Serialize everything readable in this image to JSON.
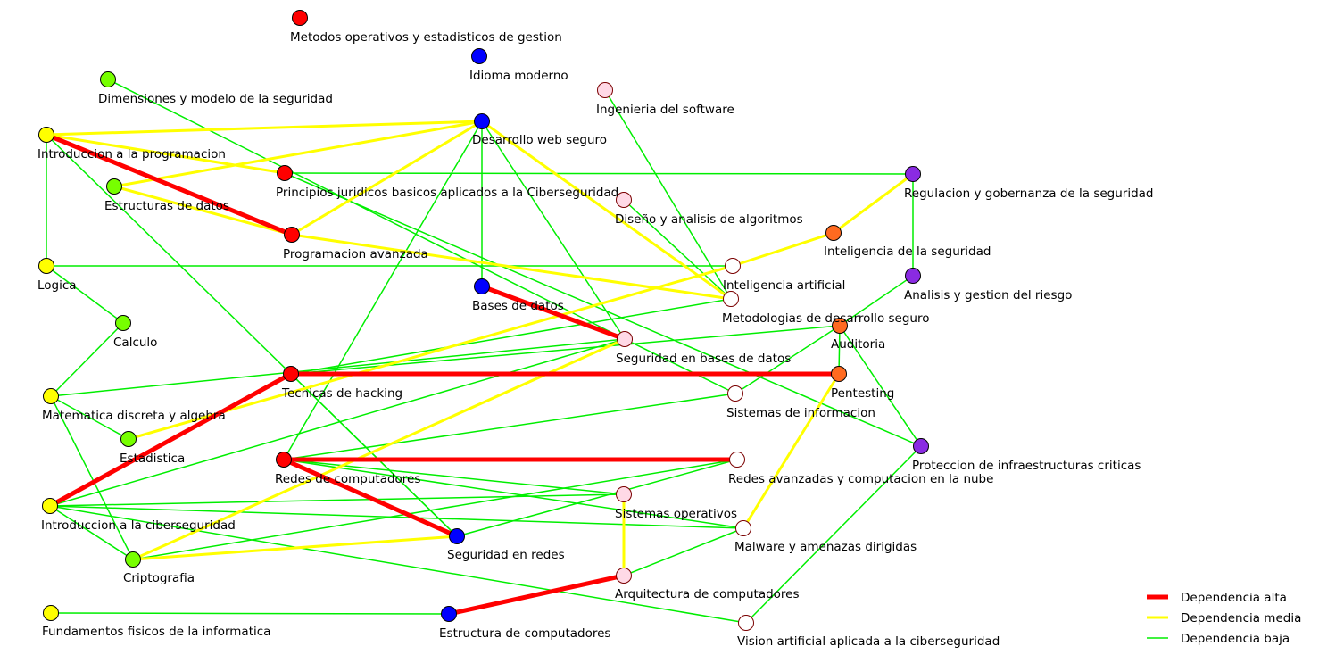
{
  "colors": {
    "red": "#ff0000",
    "blue": "#0000ff",
    "green": "#77ff00",
    "yellow": "#ffff00",
    "purple": "#8a2be2",
    "orange": "#ff6a20",
    "pink": "#ffd9e6",
    "white": "#ffffff",
    "edge_high": "#ff0000",
    "edge_medium": "#ffff00",
    "edge_low": "#00ee00"
  },
  "nodes": [
    {
      "id": "metodos",
      "label": "Metodos operativos y estadisticos de gestion",
      "color": "red"
    },
    {
      "id": "idioma",
      "label": "Idioma moderno",
      "color": "blue"
    },
    {
      "id": "dimensiones",
      "label": "Dimensiones y modelo de la seguridad",
      "color": "green"
    },
    {
      "id": "ingsoft",
      "label": "Ingenieria del software",
      "color": "pink"
    },
    {
      "id": "intro_prog",
      "label": "Introduccion a la programacion",
      "color": "yellow"
    },
    {
      "id": "webseg",
      "label": "Desarrollo web seguro",
      "color": "blue"
    },
    {
      "id": "juridicos",
      "label": "Principios juridicos basicos aplicados a la Ciberseguridad",
      "color": "red"
    },
    {
      "id": "regulacion",
      "label": "Regulacion y gobernanza de la seguridad",
      "color": "purple"
    },
    {
      "id": "estructuras",
      "label": "Estructuras de datos",
      "color": "green"
    },
    {
      "id": "disenoalg",
      "label": "Diseño y analisis de algoritmos",
      "color": "pink"
    },
    {
      "id": "intelseg",
      "label": "Inteligencia de la seguridad",
      "color": "orange"
    },
    {
      "id": "progav",
      "label": "Programacion avanzada",
      "color": "red"
    },
    {
      "id": "logica",
      "label": "Logica",
      "color": "yellow"
    },
    {
      "id": "ia",
      "label": "Inteligencia artificial",
      "color": "white"
    },
    {
      "id": "riesgo",
      "label": "Analisis y gestion del riesgo",
      "color": "purple"
    },
    {
      "id": "bd",
      "label": "Bases de datos",
      "color": "blue"
    },
    {
      "id": "metdes",
      "label": "Metodologias de desarrollo seguro",
      "color": "white"
    },
    {
      "id": "calculo",
      "label": "Calculo",
      "color": "green"
    },
    {
      "id": "auditoria",
      "label": "Auditoria",
      "color": "orange"
    },
    {
      "id": "segbd",
      "label": "Seguridad en bases de datos",
      "color": "pink"
    },
    {
      "id": "hacking",
      "label": "Tecnicas de hacking",
      "color": "red"
    },
    {
      "id": "pentesting",
      "label": "Pentesting",
      "color": "orange"
    },
    {
      "id": "matdisc",
      "label": "Matematica discreta y algebra",
      "color": "yellow"
    },
    {
      "id": "sisinf",
      "label": "Sistemas de informacion",
      "color": "white"
    },
    {
      "id": "estadistica",
      "label": "Estadistica",
      "color": "green"
    },
    {
      "id": "infra",
      "label": "Proteccion de infraestructuras criticas",
      "color": "purple"
    },
    {
      "id": "redes",
      "label": "Redes de computadores",
      "color": "red"
    },
    {
      "id": "redesav",
      "label": "Redes avanzadas y computacion en la nube",
      "color": "white"
    },
    {
      "id": "sisop",
      "label": "Sistemas operativos",
      "color": "pink"
    },
    {
      "id": "intro_ciber",
      "label": "Introduccion a la ciberseguridad",
      "color": "yellow"
    },
    {
      "id": "malware",
      "label": "Malware y amenazas dirigidas",
      "color": "white"
    },
    {
      "id": "segredes",
      "label": "Seguridad en redes",
      "color": "blue"
    },
    {
      "id": "cripto",
      "label": "Criptografia",
      "color": "green"
    },
    {
      "id": "arqcomp",
      "label": "Arquitectura de computadores",
      "color": "pink"
    },
    {
      "id": "fundfis",
      "label": "Fundamentos fisicos de la informatica",
      "color": "yellow"
    },
    {
      "id": "estcomp",
      "label": "Estructura de computadores",
      "color": "blue"
    },
    {
      "id": "vision",
      "label": "Vision artificial aplicada a la ciberseguridad",
      "color": "white"
    }
  ],
  "edges": [
    {
      "from": "intro_prog",
      "to": "progav",
      "level": "high"
    },
    {
      "from": "bd",
      "to": "segbd",
      "level": "high"
    },
    {
      "from": "hacking",
      "to": "pentesting",
      "level": "high"
    },
    {
      "from": "hacking",
      "to": "intro_ciber",
      "level": "high"
    },
    {
      "from": "redes",
      "to": "redesav",
      "level": "high"
    },
    {
      "from": "redes",
      "to": "segredes",
      "level": "high"
    },
    {
      "from": "estcomp",
      "to": "arqcomp",
      "level": "high"
    },
    {
      "from": "intro_prog",
      "to": "webseg",
      "level": "medium"
    },
    {
      "from": "estructuras",
      "to": "webseg",
      "level": "medium"
    },
    {
      "from": "intro_prog",
      "to": "juridicos",
      "level": "medium"
    },
    {
      "from": "estructuras",
      "to": "progav",
      "level": "medium"
    },
    {
      "from": "progav",
      "to": "webseg",
      "level": "medium"
    },
    {
      "from": "progav",
      "to": "metdes",
      "level": "medium"
    },
    {
      "from": "webseg",
      "to": "metdes",
      "level": "medium"
    },
    {
      "from": "intelseg",
      "to": "regulacion",
      "level": "medium"
    },
    {
      "from": "intelseg",
      "to": "ia",
      "level": "medium"
    },
    {
      "from": "ia",
      "to": "estadistica",
      "level": "medium"
    },
    {
      "from": "segbd",
      "to": "cripto",
      "level": "medium"
    },
    {
      "from": "cripto",
      "to": "segredes",
      "level": "medium"
    },
    {
      "from": "sisop",
      "to": "arqcomp",
      "level": "medium"
    },
    {
      "from": "pentesting",
      "to": "malware",
      "level": "medium"
    },
    {
      "from": "dimensiones",
      "to": "segbd",
      "level": "low"
    },
    {
      "from": "ingsoft",
      "to": "metdes",
      "level": "low"
    },
    {
      "from": "intro_prog",
      "to": "logica",
      "level": "low"
    },
    {
      "from": "intro_prog",
      "to": "segredes",
      "level": "low"
    },
    {
      "from": "juridicos",
      "to": "regulacion",
      "level": "low"
    },
    {
      "from": "juridicos",
      "to": "infra",
      "level": "low"
    },
    {
      "from": "regulacion",
      "to": "riesgo",
      "level": "low"
    },
    {
      "from": "webseg",
      "to": "bd",
      "level": "low"
    },
    {
      "from": "webseg",
      "to": "segbd",
      "level": "low"
    },
    {
      "from": "webseg",
      "to": "redes",
      "level": "low"
    },
    {
      "from": "disenoalg",
      "to": "metdes",
      "level": "low"
    },
    {
      "from": "logica",
      "to": "ia",
      "level": "low"
    },
    {
      "from": "logica",
      "to": "calculo",
      "level": "low"
    },
    {
      "from": "calculo",
      "to": "matdisc",
      "level": "low"
    },
    {
      "from": "riesgo",
      "to": "auditoria",
      "level": "low"
    },
    {
      "from": "metdes",
      "to": "hacking",
      "level": "low"
    },
    {
      "from": "segbd",
      "to": "matdisc",
      "level": "low"
    },
    {
      "from": "segbd",
      "to": "sisinf",
      "level": "low"
    },
    {
      "from": "segbd",
      "to": "intro_ciber",
      "level": "low"
    },
    {
      "from": "auditoria",
      "to": "hacking",
      "level": "low"
    },
    {
      "from": "auditoria",
      "to": "pentesting",
      "level": "low"
    },
    {
      "from": "auditoria",
      "to": "sisinf",
      "level": "low"
    },
    {
      "from": "auditoria",
      "to": "infra",
      "level": "low"
    },
    {
      "from": "hacking",
      "to": "segredes",
      "level": "low"
    },
    {
      "from": "matdisc",
      "to": "estadistica",
      "level": "low"
    },
    {
      "from": "matdisc",
      "to": "cripto",
      "level": "low"
    },
    {
      "from": "sisinf",
      "to": "redes",
      "level": "low"
    },
    {
      "from": "redes",
      "to": "sisop",
      "level": "low"
    },
    {
      "from": "redes",
      "to": "malware",
      "level": "low"
    },
    {
      "from": "redesav",
      "to": "cripto",
      "level": "low"
    },
    {
      "from": "redesav",
      "to": "segredes",
      "level": "low"
    },
    {
      "from": "intro_ciber",
      "to": "sisop",
      "level": "low"
    },
    {
      "from": "intro_ciber",
      "to": "malware",
      "level": "low"
    },
    {
      "from": "intro_ciber",
      "to": "vision",
      "level": "low"
    },
    {
      "from": "intro_ciber",
      "to": "cripto",
      "level": "low"
    },
    {
      "from": "malware",
      "to": "arqcomp",
      "level": "low"
    },
    {
      "from": "fundfis",
      "to": "estcomp",
      "level": "low"
    },
    {
      "from": "vision",
      "to": "infra",
      "level": "low"
    }
  ],
  "legend": [
    {
      "level": "high",
      "label": "Dependencia alta"
    },
    {
      "level": "medium",
      "label": "Dependencia media"
    },
    {
      "level": "low",
      "label": "Dependencia baja"
    }
  ]
}
